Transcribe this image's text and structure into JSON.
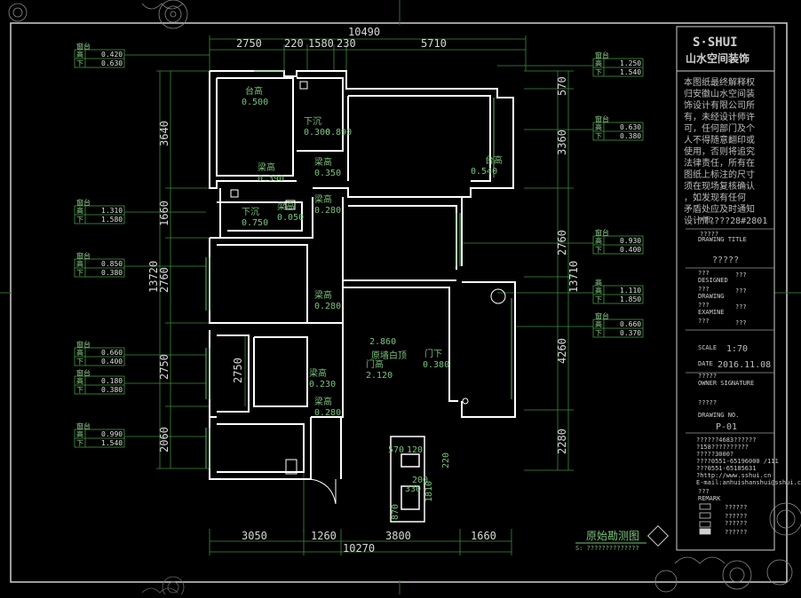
{
  "dims_top": {
    "total": "10490",
    "a": "2750",
    "b": "220",
    "c": "1580",
    "d": "230",
    "e": "5710"
  },
  "dims_bottom": {
    "total": "10270",
    "a": "3050",
    "b": "1260",
    "c": "3800",
    "d": "1660"
  },
  "dims_left": {
    "total": "13720",
    "a": "3640",
    "b": "1660",
    "c": "2760",
    "d": "2750",
    "e": "2060"
  },
  "dims_right": {
    "total": "13710",
    "a": "570",
    "b": "3360",
    "c": "2760",
    "d": "4260",
    "e": "2280"
  },
  "dims_inner": {
    "vert": "2750",
    "s1": "570",
    "s2": "120",
    "s3": "220",
    "s4": "200",
    "s5": "330",
    "s6": "1810",
    "s7": "870"
  },
  "rooms": {
    "r1_name": "台高",
    "r1_val": "0.500",
    "r2_name": "下沉",
    "r2_val": "0.300",
    "r2_val2": "0.890",
    "r3_name": "台高",
    "r3_val": "0.540",
    "r4_name": "梁高",
    "r4_val": "0.390",
    "r5_name": "梁高",
    "r5_val": "0.350",
    "r6_name": "下沉",
    "r6_val": "0.750",
    "r7_name": "梁高",
    "r7_val": "0.050",
    "r8_name": "梁高",
    "r8_val": "0.280",
    "r9_name": "梁高",
    "r9_val": "0.280",
    "c_top": "2.860",
    "c_desc": "原墙白顶",
    "c_door": "门高",
    "c_door_val": "2.120",
    "c_men": "门下",
    "c_men_val": "0.380",
    "r10_name": "梁高",
    "r10_val": "0.230",
    "r11_name": "梁高",
    "r11_val": "0.280"
  },
  "tables_left": [
    {
      "head": "窗台",
      "l1": "高",
      "v1": "0.420",
      "l2": "下",
      "v2": "0.630"
    },
    {
      "head": "窗台",
      "l1": "高",
      "v1": "1.310",
      "l2": "下",
      "v2": "1.580"
    },
    {
      "head": "窗台",
      "l1": "高",
      "v1": "0.850",
      "l2": "下",
      "v2": "0.380"
    },
    {
      "head": "窗台",
      "l1": "高",
      "v1": "0.660",
      "l2": "下",
      "v2": "0.400"
    },
    {
      "head": "窗台",
      "l1": "高",
      "v1": "0.180",
      "l2": "下",
      "v2": "0.380"
    },
    {
      "head": "窗台",
      "l1": "高",
      "v1": "0.990",
      "l2": "下",
      "v2": "1.540"
    }
  ],
  "tables_right": [
    {
      "head": "窗台",
      "l1": "高",
      "v1": "1.250",
      "l2": "下",
      "v2": "1.540"
    },
    {
      "head": "窗台",
      "l1": "高",
      "v1": "0.630",
      "l2": "下",
      "v2": "0.380"
    },
    {
      "head": "窗台",
      "l1": "高",
      "v1": "0.930",
      "l2": "下",
      "v2": "0.400"
    },
    {
      "head": "高",
      "l1": "高",
      "v1": "1.110",
      "l2": "下",
      "v2": "1.850"
    },
    {
      "head": "窗台",
      "l1": "高",
      "v1": "0.660",
      "l2": "下",
      "v2": "0.370"
    }
  ],
  "title_block": {
    "brand": "S·SHUI",
    "brand_cn": "山水空间装饰",
    "notice": [
      "本图纸最终解释权",
      "归安徽山水空间装",
      "饰设计有限公司所",
      "有，未经设计师许",
      "可，任何部门及个",
      "人不得随意翻印或",
      "使用，否则将追究",
      "法律责任，所有在",
      "图纸上标注的尺寸",
      "须在现场复核确认",
      "，如发现有任何",
      "矛盾处应及时通知",
      "设计师。"
    ],
    "project_no": "??????28#2801",
    "q1": "?????",
    "drawing_title_label": "DRAWING TITLE",
    "q2": "?????",
    "q3": "???",
    "q3b": "???",
    "q4": "???",
    "q4b": "???",
    "q5": "???",
    "q5b": "???",
    "q6": "???",
    "q6b": "???",
    "design_label": "DESIGNED",
    "drawing_label": "DRAWING",
    "examine_label": "EXAMINE",
    "scale_label": "SCALE",
    "scale_val": "1:70",
    "date_label": "DATE",
    "date_val": "2016.11.08",
    "owner_q": "?????",
    "owner_label": "OWNER SIGNATURE",
    "dno_q": "?????",
    "drawing_no_label": "DRAWING NO.",
    "drawing_no": "P-01",
    "contact1": "??????4683??????",
    "contact2": "?158??????????",
    "contact3": "?????3000?",
    "contact4": "????0551-65196000 /111",
    "contact5": "???0551-65185631",
    "contact6": "?http://www.sshui.cn",
    "contact7": "E-mail:anhuishanshui@sshui.cn",
    "remark_q": "???",
    "remark_label": "REMARK",
    "legend1": "??????",
    "legend2": "??????",
    "legend3": "??????",
    "legend4": "??????"
  },
  "bottom_title": "原始勘测图",
  "bottom_sub": "S: ??????????????"
}
